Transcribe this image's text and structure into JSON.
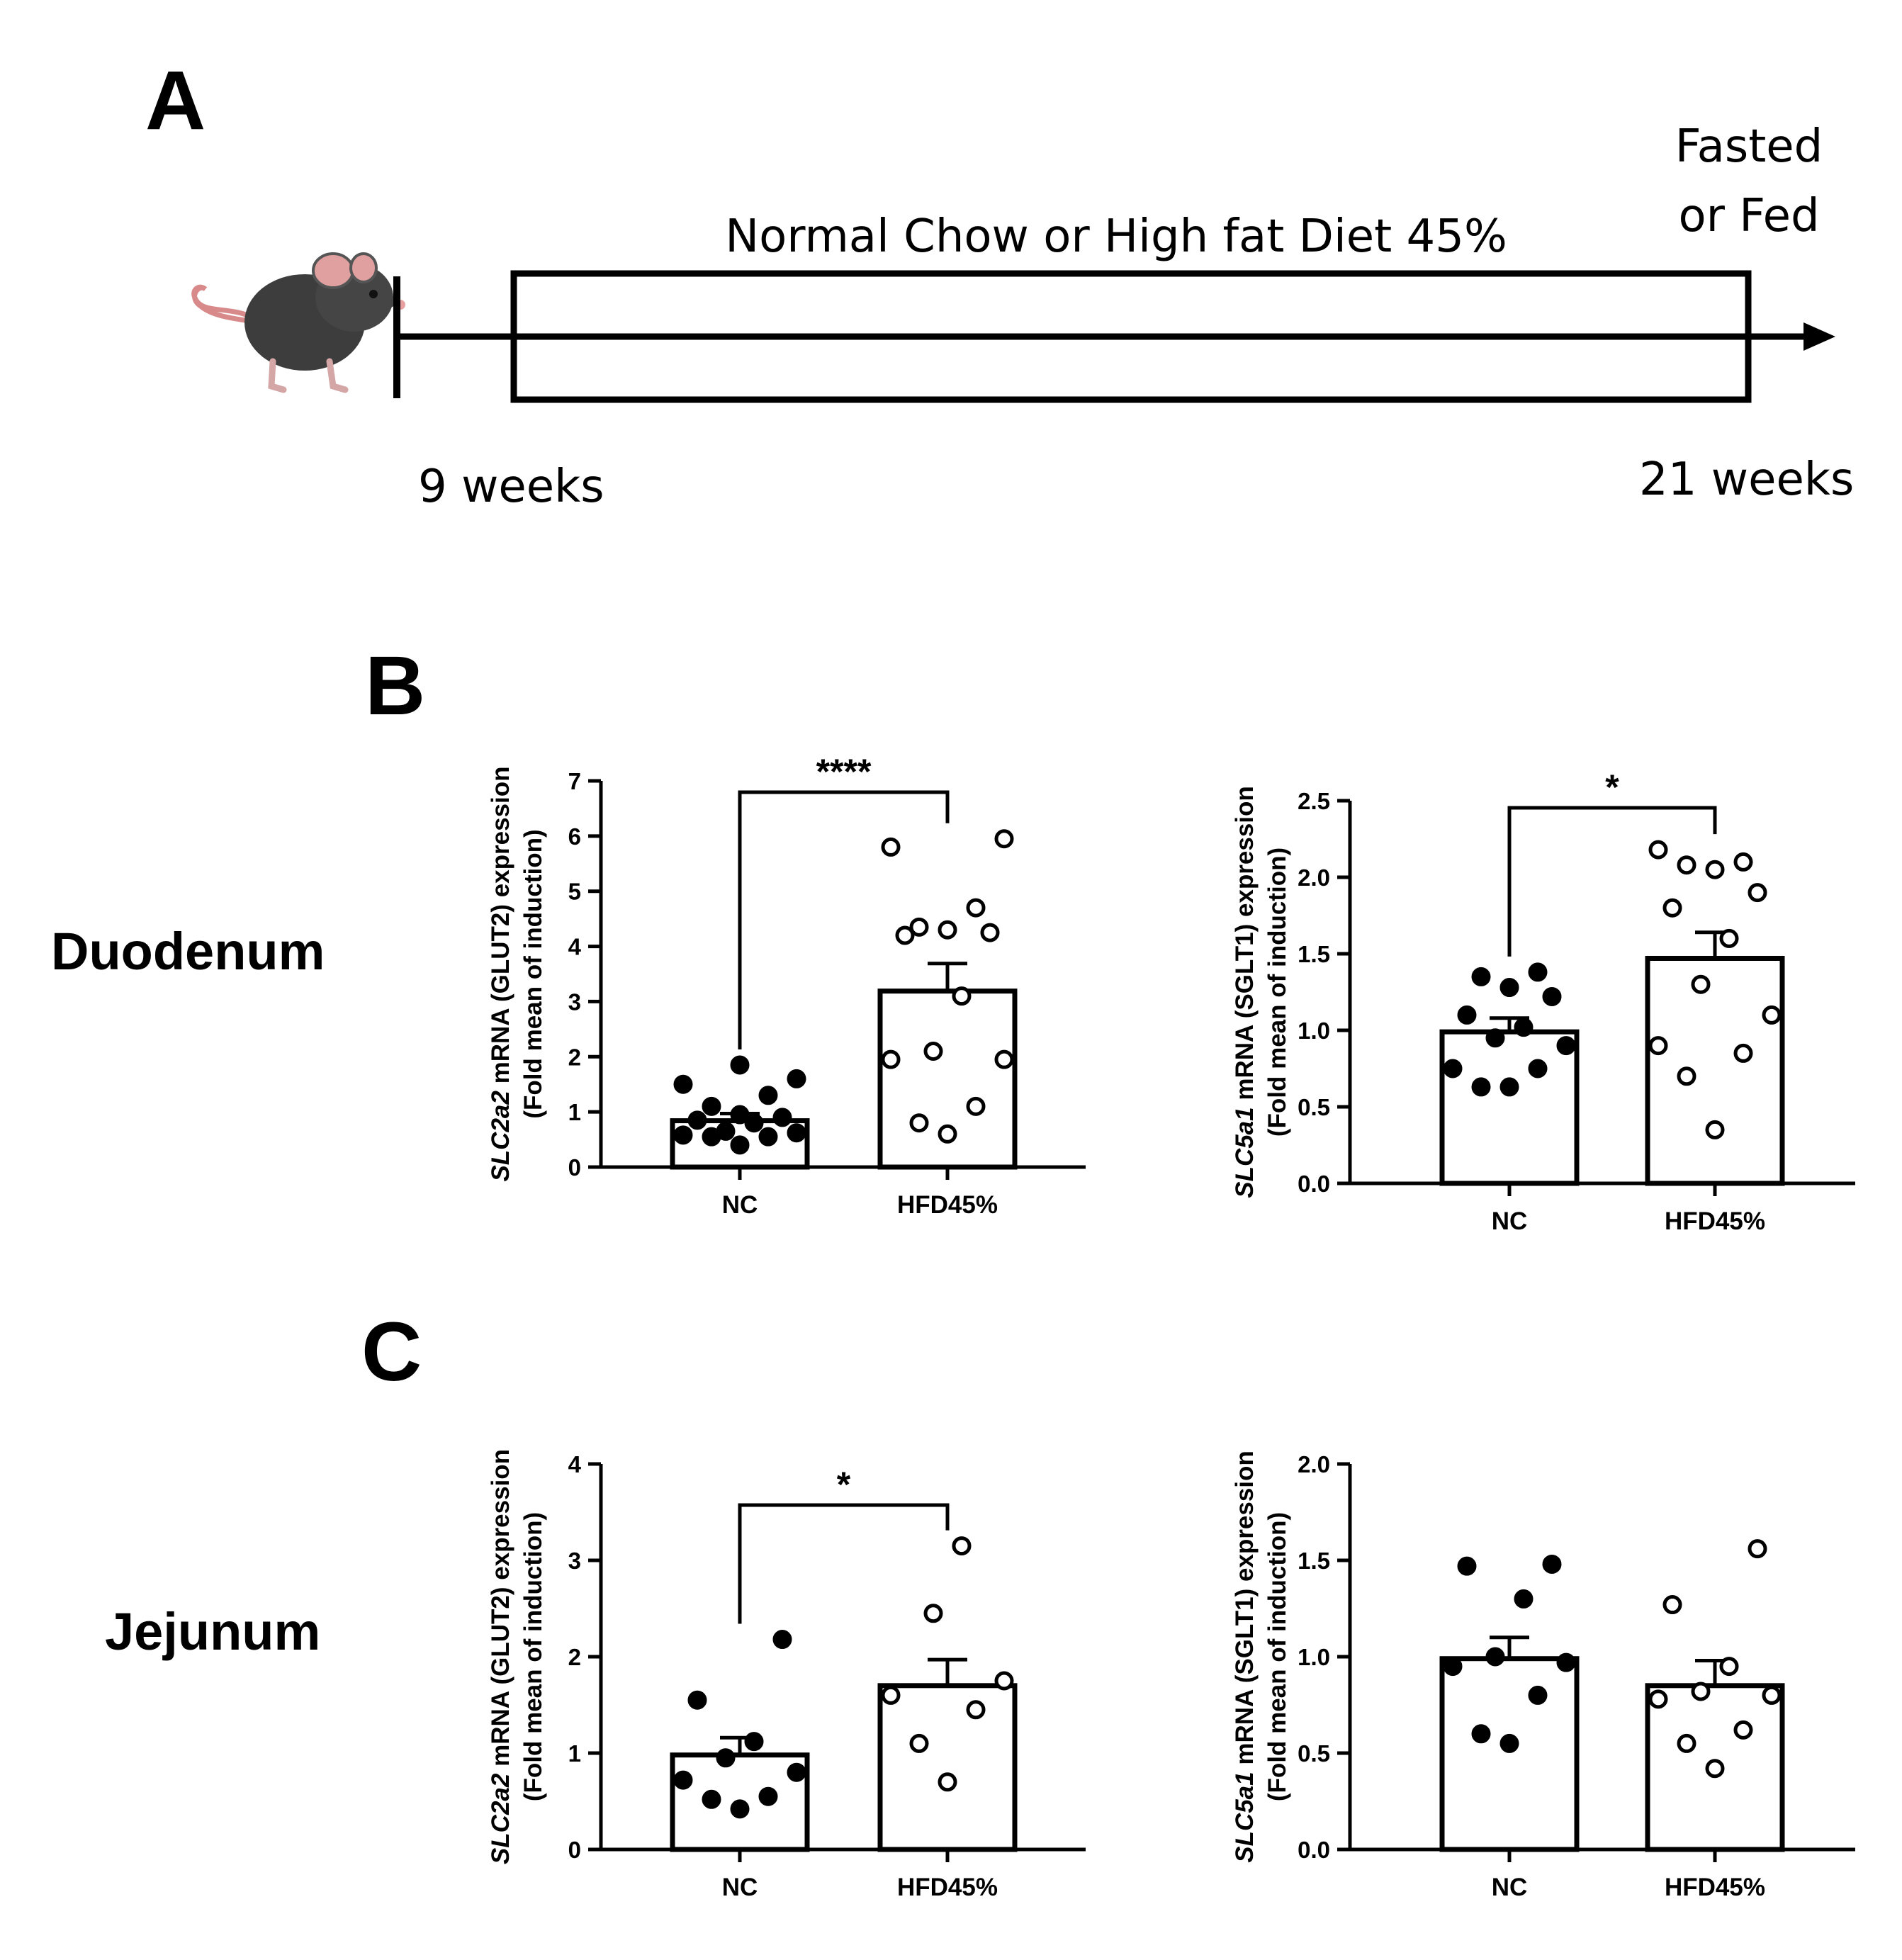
{
  "panel_a": {
    "letter": "A",
    "diet_label": "Normal Chow or High fat Diet 45%",
    "fasted_line1": "Fasted",
    "fasted_line2": "or Fed",
    "start_label": "9 weeks",
    "end_label": "21 weeks",
    "mouse_icon": "mouse-icon"
  },
  "panel_b": {
    "letter": "B",
    "row_label": "Duodenum"
  },
  "panel_c": {
    "letter": "C",
    "row_label": "Jejunum"
  },
  "chart_data": [
    {
      "id": "duod-glut2",
      "type": "bar",
      "categories": [
        "NC",
        "HFD45%"
      ],
      "values": [
        0.84,
        3.19
      ],
      "sem": [
        0.13,
        0.5
      ],
      "ylabel_gene": "SLC2a2",
      "ylabel_rest": " mRNA (GLUT2) expression",
      "ylabel_line2": "(Fold mean of induction)",
      "ylim": [
        0,
        7
      ],
      "ticks": [
        0,
        1,
        2,
        3,
        4,
        5,
        6,
        7
      ],
      "tick_labels": [
        "0",
        "1",
        "2",
        "3",
        "4",
        "5",
        "6",
        "7"
      ],
      "significance": "****",
      "points": [
        [
          0.4,
          0.55,
          0.55,
          0.58,
          0.62,
          0.65,
          0.8,
          0.85,
          0.9,
          0.95,
          1.1,
          1.3,
          1.5,
          1.6,
          1.85
        ],
        [
          0.6,
          0.8,
          1.1,
          1.95,
          1.95,
          2.1,
          3.1,
          4.2,
          4.25,
          4.3,
          4.35,
          4.7,
          5.8,
          5.95
        ]
      ]
    },
    {
      "id": "duod-sglt1",
      "type": "bar",
      "categories": [
        "NC",
        "HFD45%"
      ],
      "values": [
        0.99,
        1.47
      ],
      "sem": [
        0.09,
        0.17
      ],
      "ylabel_gene": "SLC5a1",
      "ylabel_rest": " mRNA (SGLT1) expression",
      "ylabel_line2": "(Fold mean of induction)",
      "ylim": [
        0,
        2.5
      ],
      "ticks": [
        0,
        0.5,
        1,
        1.5,
        2,
        2.5
      ],
      "tick_labels": [
        "0.0",
        "0.5",
        "1.0",
        "1.5",
        "2.0",
        "2.5"
      ],
      "significance": "*",
      "points": [
        [
          0.63,
          0.63,
          0.75,
          0.75,
          0.9,
          0.95,
          1.02,
          1.1,
          1.22,
          1.28,
          1.35,
          1.38
        ],
        [
          0.35,
          0.7,
          0.85,
          0.9,
          1.1,
          1.3,
          1.6,
          1.8,
          1.9,
          2.05,
          2.08,
          2.1,
          2.18
        ]
      ]
    },
    {
      "id": "jej-glut2",
      "type": "bar",
      "categories": [
        "NC",
        "HFD45%"
      ],
      "values": [
        0.98,
        1.7
      ],
      "sem": [
        0.18,
        0.27
      ],
      "ylabel_gene": "SLC2a2",
      "ylabel_rest": " mRNA (GLUT2) expression",
      "ylabel_line2": "(Fold mean of induction)",
      "ylim": [
        0,
        4
      ],
      "ticks": [
        0,
        1,
        2,
        3,
        4
      ],
      "tick_labels": [
        "0",
        "1",
        "2",
        "3",
        "4"
      ],
      "significance": "*",
      "points": [
        [
          0.42,
          0.52,
          0.55,
          0.72,
          0.8,
          0.95,
          1.12,
          1.55,
          2.18
        ],
        [
          0.7,
          1.1,
          1.45,
          1.6,
          1.75,
          2.45,
          3.15
        ]
      ]
    },
    {
      "id": "jej-sglt1",
      "type": "bar",
      "categories": [
        "NC",
        "HFD45%"
      ],
      "values": [
        0.99,
        0.85
      ],
      "sem": [
        0.11,
        0.13
      ],
      "ylabel_gene": "SLC5a1",
      "ylabel_rest": " mRNA (SGLT1) expression",
      "ylabel_line2": "(Fold mean of induction)",
      "ylim": [
        0,
        2
      ],
      "ticks": [
        0,
        0.5,
        1,
        1.5,
        2
      ],
      "tick_labels": [
        "0.0",
        "0.5",
        "1.0",
        "1.5",
        "2.0"
      ],
      "significance": "",
      "points": [
        [
          0.55,
          0.6,
          0.8,
          0.95,
          0.97,
          1.0,
          1.3,
          1.47,
          1.48
        ],
        [
          0.42,
          0.55,
          0.62,
          0.78,
          0.8,
          0.82,
          0.95,
          1.27,
          1.56
        ]
      ]
    }
  ]
}
